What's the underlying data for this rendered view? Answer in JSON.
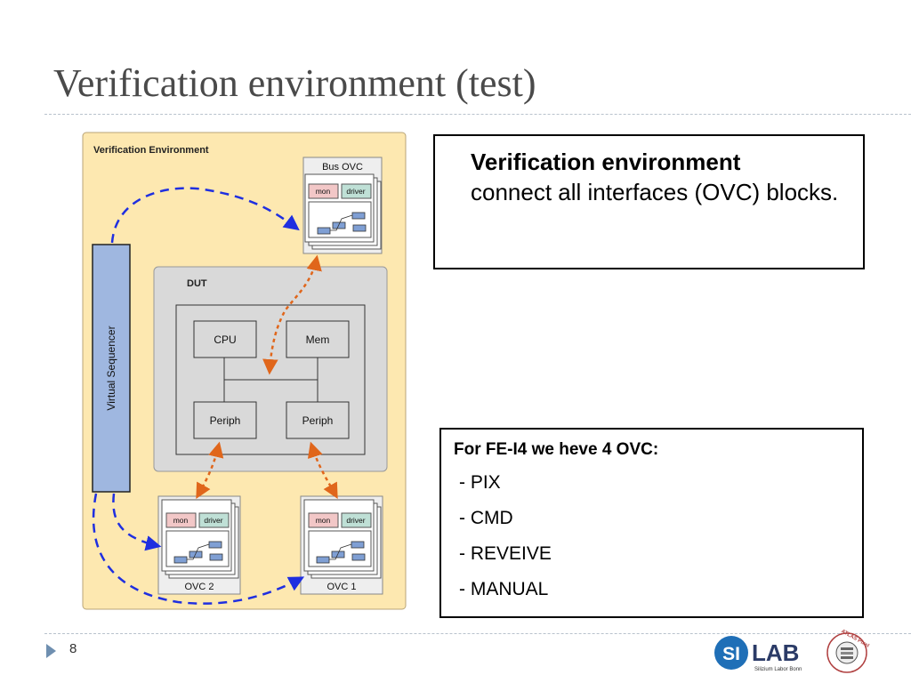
{
  "title": "Verification environment (test)",
  "page_number": "8",
  "diagram": {
    "env_label": "Verification Environment",
    "dut_label": "DUT",
    "bus_ovc_label": "Bus OVC",
    "ovc2_label": "OVC 2",
    "ovc1_label": "OVC 1",
    "mon_label": "mon",
    "driver_label": "driver",
    "virtual_sequencer_label": "Virtual Sequencer",
    "cpu_label": "CPU",
    "mem_label": "Mem",
    "periph_label": "Periph"
  },
  "callout_top": {
    "bold": "Verification environment",
    "text": "connect all interfaces (OVC) blocks."
  },
  "callout_bottom": {
    "heading": "For FE-I4 we heve 4 OVC:",
    "items": [
      "- PIX",
      "- CMD",
      "- REVEIVE",
      "- MANUAL"
    ]
  },
  "logo": {
    "si": "SI",
    "lab": "LAB",
    "subtitle": "Silizium Labor Bonn",
    "atlas_text": "ATLAS Pixel"
  },
  "colors": {
    "env_fill": "#fde8b0",
    "dut_fill": "#d9d9d9",
    "sequencer_fill": "#9fb7e0",
    "dashed_blue": "#1f2fe0",
    "dashed_orange": "#e0661b",
    "logo_blue": "#1f6fb7",
    "logo_navy": "#2b3b67"
  }
}
